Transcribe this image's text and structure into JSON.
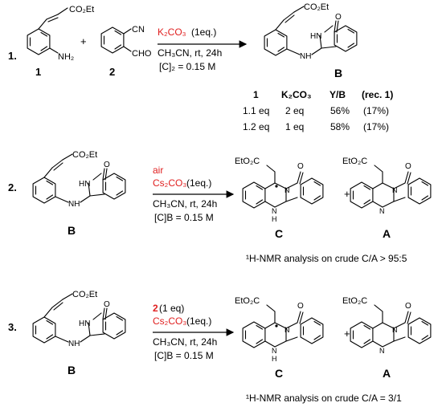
{
  "row1": {
    "num": "1.",
    "plus": "+",
    "cmpd1": {
      "label": "1",
      "sub_co2et": "CO₂Et",
      "sub_nh2": "NH₂"
    },
    "cmpd2": {
      "label": "2",
      "sub_cn": "CN",
      "sub_cho": "CHO"
    },
    "reagent": "K₂CO₃",
    "reagent_eq": " (1eq.)",
    "cond1": "CH₃CN, rt, 24h",
    "cond2": "[C]₂ = 0.15 M",
    "product": {
      "label": "B",
      "sub_co2et": "CO₂Et",
      "sub_hn": "HN",
      "sub_nh": "NH",
      "sub_o": "O"
    },
    "table": {
      "headers": [
        "1",
        "K₂CO₃",
        "Y/B",
        "(rec. 1)"
      ],
      "rows": [
        [
          "1.1 eq",
          "2 eq",
          "56%",
          "(17%)"
        ],
        [
          "1.2 eq",
          "1 eq",
          "58%",
          "(17%)"
        ]
      ]
    }
  },
  "row2": {
    "num": "2.",
    "plus": "+",
    "start": {
      "label": "B"
    },
    "reagent_air": "air",
    "reagent": "Cs₂CO₃",
    "reagent_eq": " (1eq.)",
    "cond1": "CH₃CN, rt, 24h",
    "cond2": "[C]B = 0.15 M",
    "prodC": {
      "label": "C",
      "sub_ester": "EtO₂C",
      "sub_o": "O",
      "sub_n": "N",
      "sub_nh": "N",
      "sub_h": "H"
    },
    "prodA": {
      "label": "A",
      "sub_ester": "EtO₂C",
      "sub_o": "O",
      "sub_n": "N",
      "sub_n2": "N"
    },
    "note": "¹H-NMR analysis on crude C/A > 95:5"
  },
  "row3": {
    "num": "3.",
    "plus": "+",
    "start": {
      "label": "B"
    },
    "reagent_2": "2",
    "reagent_2_eq": " (1 eq)",
    "reagent": "Cs₂CO₃",
    "reagent_eq": " (1eq.)",
    "cond1": "CH₃CN, rt, 24h",
    "cond2": "[C]B = 0.15 M",
    "prodC": {
      "label": "C"
    },
    "prodA": {
      "label": "A"
    },
    "note": "¹H-NMR analysis on crude C/A = 3/1"
  },
  "colors": {
    "accent_red": "#e02020",
    "ink": "#000000"
  }
}
